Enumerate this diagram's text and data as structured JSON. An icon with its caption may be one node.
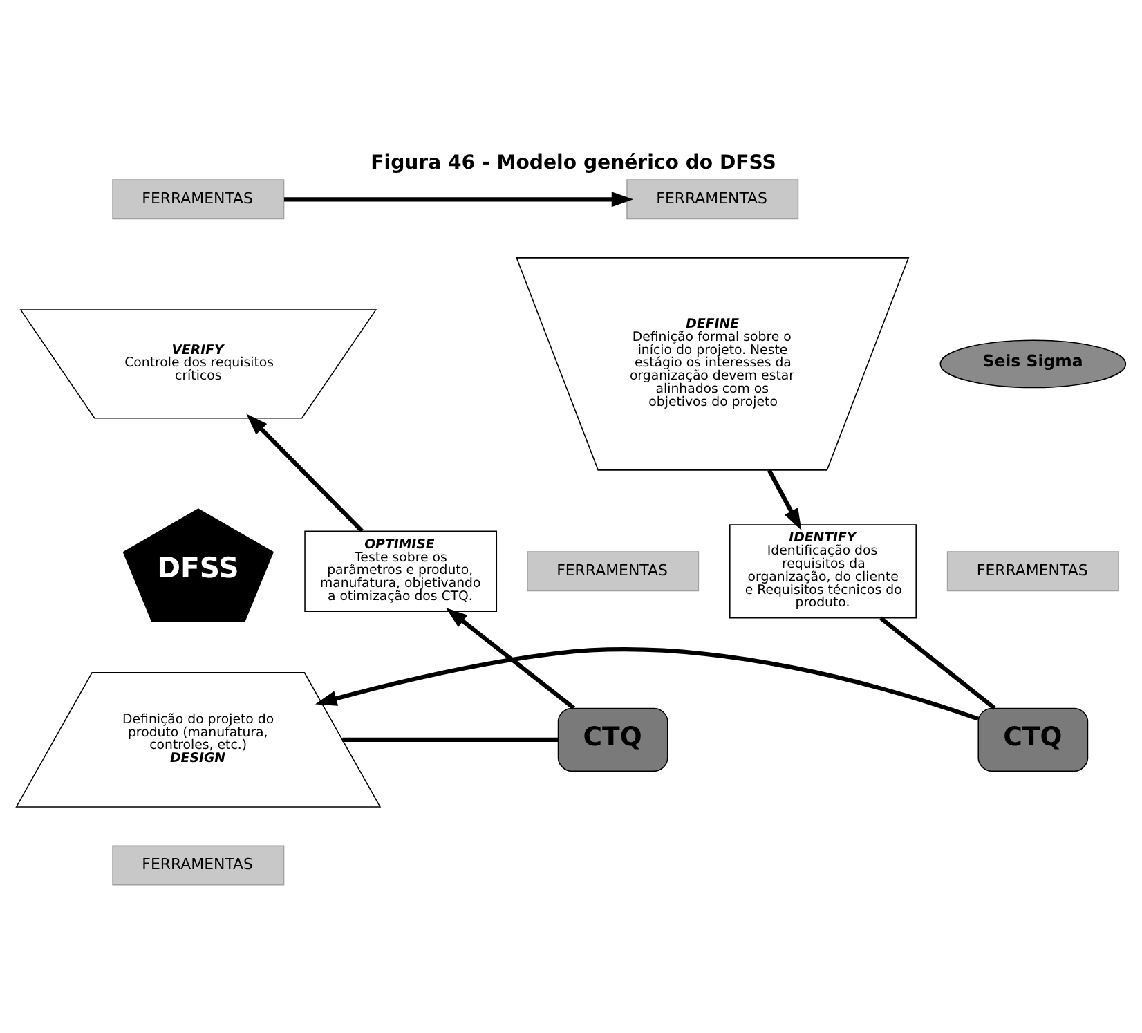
{
  "diagram": {
    "title": "Figura 46 - Modelo genérico do DFSS",
    "nodes": [
      {
        "text": [
          "FERRAMENTAS"
        ]
      },
      {
        "text": [
          "FERRAMENTAS"
        ]
      },
      {
        "text": [
          "VERIFY",
          "Controle dos requisitos críticos"
        ]
      },
      {
        "text": [
          "DEFINE",
          "Definição formal sobre o início do projeto. Neste estágio os interesses da organização devem estar alinhados com os objetivos do projeto"
        ]
      },
      {
        "text": [
          "Seis Sigma"
        ]
      },
      {
        "text": [
          "FERRAMENTAS"
        ]
      },
      {
        "text": [
          "OPTIMISE",
          "Teste sobre os parâmetros e produto, manufatura, objetivando a otimização dos CTQ."
        ]
      },
      {
        "text": [
          "DFSS"
        ]
      },
      {
        "text": [
          "IDENTIFY",
          "Identificação dos requisitos da organização, do cliente e Requisitos técnicos do produto."
        ]
      },
      {
        "text": [
          "FERRAMENTAS"
        ]
      },
      {
        "text": [
          "CTQ"
        ]
      },
      {
        "text": [
          "Definição do projeto do produto (manufatura, controles, etc.)",
          "DESIGN"
        ]
      },
      {
        "text": [
          "CTQ"
        ]
      },
      {
        "text": [
          "FERRAMENTAS"
        ]
      }
    ],
    "edges": [
      {
        "from": 0,
        "to": 1,
        "arrow": "to"
      },
      {
        "from": 3,
        "to": 8,
        "arrow": "to"
      },
      {
        "from": 8,
        "to": 12,
        "arrow": "none"
      },
      {
        "from": 12,
        "to": 11,
        "arrow": "to"
      },
      {
        "from": 11,
        "to": 10,
        "arrow": "none"
      },
      {
        "from": 10,
        "to": 6,
        "arrow": "to"
      },
      {
        "from": 6,
        "to": 2,
        "arrow": "to"
      }
    ]
  }
}
